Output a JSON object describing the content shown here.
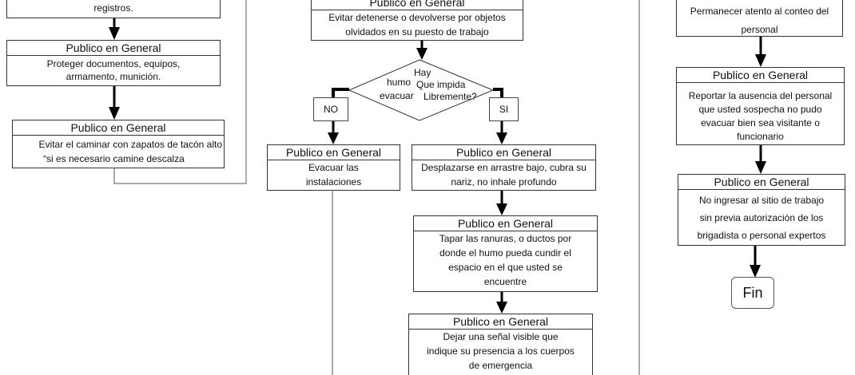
{
  "role": "Publico en General",
  "left": {
    "box1_body": "registros.",
    "box2_body": "Proteger documentos, equipos, armamento, munición.",
    "box3_body_line1": "Evitar el  caminar con zapatos de tacón alto",
    "box3_body_line2": "“si es necesario camine descalza"
  },
  "middle": {
    "top_body": "Evitar detenerse o devolverse por objetos olvidados en su puesto de trabajo",
    "decision": {
      "w1": "Hay",
      "w2": "humo",
      "w3": "Que impida",
      "w4": "evacuar",
      "w5": "Libremente?"
    },
    "no_label": "NO",
    "si_label": "SI",
    "no_body": "Evacuar las instalaciones",
    "si_body": "Desplazarse en arrastre bajo, cubra su nariz, no inhale profundo",
    "step2_body": "Tapar las ranuras, o ductos por donde el humo pueda cundir el espacio en el que usted se encuentre",
    "step3_body": "Dejar una señal visible que indique su presencia a los cuerpos de emergencia"
  },
  "right": {
    "box1_body": "Permanecer atento al conteo del personal",
    "box2_body": "Reportar la ausencia del personal que usted sospecha no pudo evacuar bien sea visitante o funcionario",
    "box3_body": "No ingresar al sitio de trabajo sin previa autorización de los brigadista o personal expertos",
    "end": "Fin"
  }
}
